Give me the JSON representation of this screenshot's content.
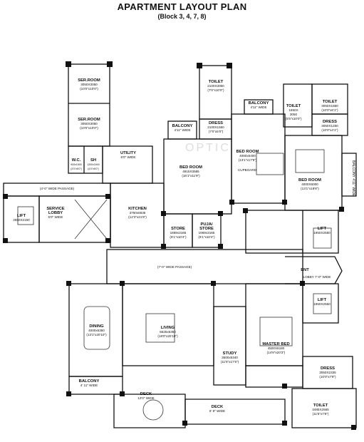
{
  "header": {
    "title": "APARTMENT LAYOUT PLAN",
    "subtitle": "(Block 3, 4, 7, 8)"
  },
  "watermark": "OPTIC",
  "rooms": {
    "ser_room_1": {
      "name": "SER.ROOM",
      "dim1": "3050X3050",
      "dim2": "(10'0\"x10'0\")"
    },
    "ser_room_2": {
      "name": "SER.ROOM",
      "dim1": "3050X3050",
      "dim2": "(10'0\"x10'0\")"
    },
    "wc": {
      "name": "W.C.",
      "dim1": "900x1500",
      "dim2": "(3'0\"x5'0\")"
    },
    "sh": {
      "name": "SH",
      "dim1": "1200x1500",
      "dim2": "(4'0\"x5'0\")"
    },
    "utility": {
      "name": "UTILITY",
      "dim1": "6'0\" WIDE"
    },
    "toilet_top": {
      "name": "TOILET",
      "dim1": "2100X3050",
      "dim2": "(7'0\"x10'0\")"
    },
    "balcony_1": {
      "name": "BALCONY",
      "dim1": "4'11\" WIDE"
    },
    "dress_1": {
      "name": "DRESS",
      "dim1": "2100X1550",
      "dim2": "(7'0\"x5'0\")"
    },
    "balcony_2": {
      "name": "BALCONY",
      "dim1": "4'11\" WIDE"
    },
    "bed_room_1": {
      "name": "BED ROOM",
      "dim1": "4915X3585",
      "dim2": "(16'1\"x11'9\")"
    },
    "bed_room_2": {
      "name": "BED ROOM",
      "dim1": "4080x5400",
      "dim2": "(13'1\"x17'9\")"
    },
    "cupboard": {
      "name": "CUPBOARD"
    },
    "toilet_2": {
      "name": "TOILET",
      "dim1": "1650X",
      "dim2": "3050",
      "dim3": "(5'5\"x10'0\")"
    },
    "toilet_3": {
      "name": "TOILET",
      "dim1": "3050X1850",
      "dim2": "(10'0\"x6'1\")"
    },
    "dress_2": {
      "name": "DRESS",
      "dim1": "3050X1250",
      "dim2": "(10'0\"x4'1\")"
    },
    "bed_room_3": {
      "name": "BED ROOM",
      "dim1": "4000X6000",
      "dim2": "(13'1\"x19'8\")"
    },
    "balcony_3": {
      "name": "BALCONY",
      "dim1": "4'11\" WIDE"
    },
    "wide_passage_top": {
      "name": "(4'-0\" WIDE PASSAGE)"
    },
    "lift_left": {
      "name": "LIFT",
      "dim1": "2550X2150"
    },
    "service_lobby": {
      "name": "SERVICE LOBBY",
      "dim1": "5'0\" WIDE"
    },
    "kitchen": {
      "name": "KITCHEN",
      "dim1": "3750x6635",
      "dim2": "(12'3\"x21'9\")"
    },
    "store": {
      "name": "STORE",
      "dim1": "1869x3165",
      "dim2": "(6'1\"x10'4\")"
    },
    "puja_store": {
      "name": "PUJA/ STORE",
      "dim1": "1969x3165",
      "dim2": "(6'1\"x10'4\")"
    },
    "lift_right_1": {
      "name": "LIFT",
      "dim1": "1950X2550"
    },
    "wide_passage_mid": {
      "name": "(7'-0\" WIDE PASSAGE)"
    },
    "ent": {
      "name": "ENT"
    },
    "lobby": {
      "name": "LOBBY 7'-0\" WIDE"
    },
    "lift_right_2": {
      "name": "LIFT",
      "dim1": "1950X2550"
    },
    "dining": {
      "name": "DINING",
      "dim1": "4000x6350",
      "dim2": "(13'1\"x20'10\")"
    },
    "living": {
      "name": "LIVING",
      "dim1": "5525x6350",
      "dim2": "(18'0\"x20'10\")"
    },
    "master_bed": {
      "name": "MASTER BED",
      "dim1": "4500X6180",
      "dim2": "(14'9\"x20'3\")"
    },
    "study": {
      "name": "STUDY",
      "dim1": "3500x5340",
      "dim2": "(11'5\"x17'6\")"
    },
    "dress_3": {
      "name": "DRESS",
      "dim1": "3050X2335",
      "dim2": "(10'0\"x7'8\")"
    },
    "balcony_4": {
      "name": "BALCONY",
      "dim1": "4' 11\" WIDE"
    },
    "deck_1": {
      "name": "DECK",
      "dim1": "12'0\" WIDE"
    },
    "deck_2": {
      "name": "DECK",
      "dim1": "6' 8\" WIDE"
    },
    "toilet_4": {
      "name": "TOILET",
      "dim1": "3485X2565",
      "dim2": "(11'5\"x7'8\")"
    }
  }
}
